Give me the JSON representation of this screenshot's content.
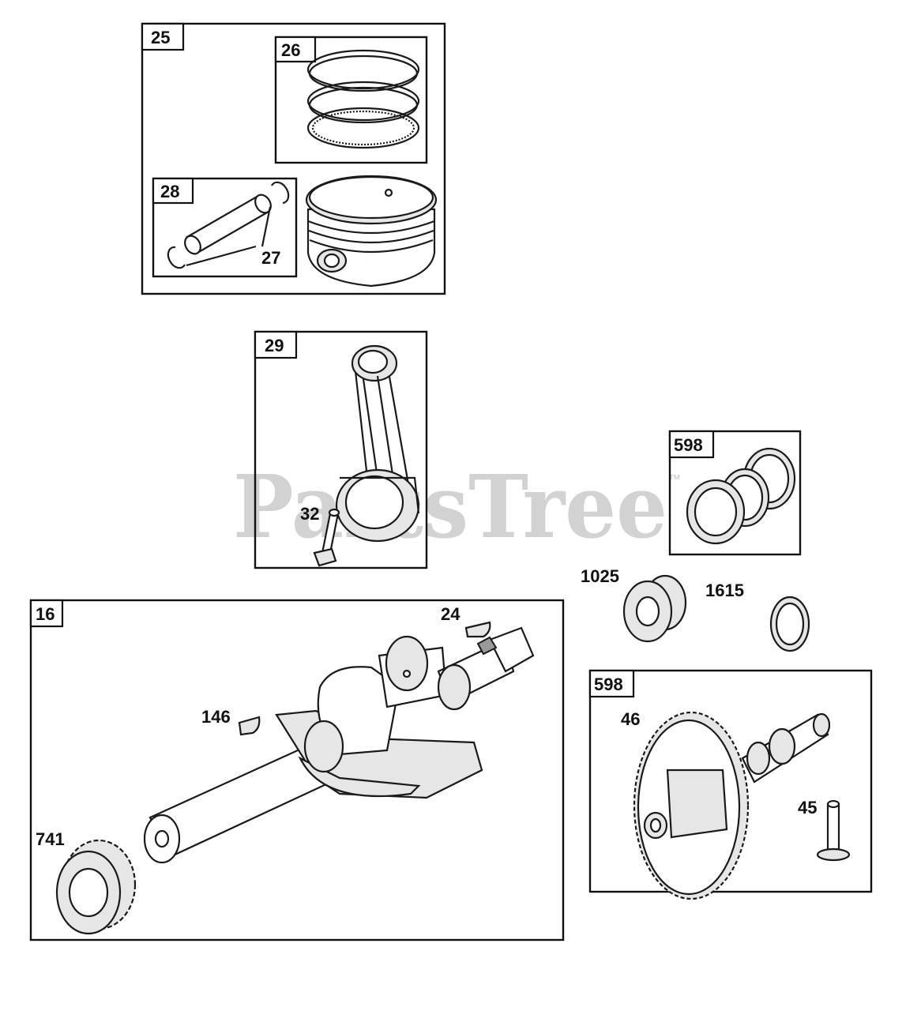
{
  "watermark": {
    "text": "PartsTree",
    "trademark": "™",
    "color": "#cfcfcf"
  },
  "boxes": {
    "b25": "25",
    "b26": "26",
    "b28": "28",
    "b29": "29",
    "b598_top": "598",
    "b16": "16",
    "b598_bottom": "598"
  },
  "callouts": {
    "c27": "27",
    "c32": "32",
    "c1025": "1025",
    "c1615": "1615",
    "c24": "24",
    "c146": "146",
    "c741": "741",
    "c46": "46",
    "c45": "45"
  }
}
